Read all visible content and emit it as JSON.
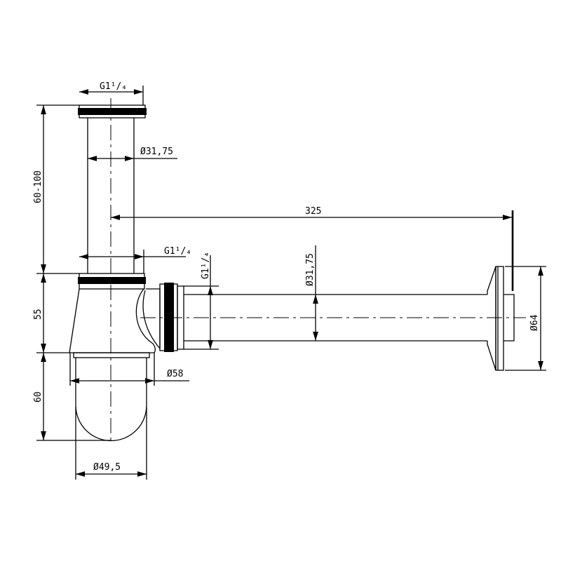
{
  "title": "Bottle trap technical drawing",
  "dimensions": {
    "top_thread": "G1¹/₄",
    "top_tube_diameter": "Ø31,75",
    "outlet_length": "325",
    "body_thread": "G1¹/₄",
    "outlet_thread": "G1¹/₄",
    "outlet_tube_diameter": "Ø31,75",
    "wall_flange_diameter": "Ø64",
    "height_adjust": "60-100",
    "body_height": "55",
    "cup_height": "60",
    "body_diameter": "Ø58",
    "cup_diameter": "Ø49,5"
  },
  "colors": {
    "line": "#000000",
    "background": "#ffffff"
  }
}
